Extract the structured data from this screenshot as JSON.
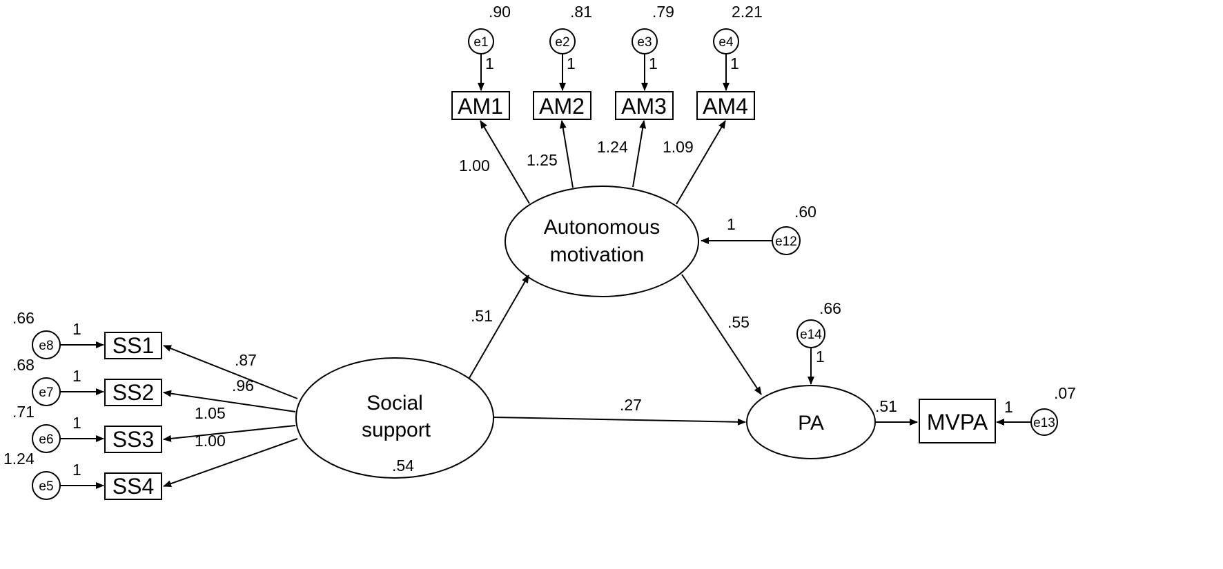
{
  "observed": {
    "AM1": "AM1",
    "AM2": "AM2",
    "AM3": "AM3",
    "AM4": "AM4",
    "SS1": "SS1",
    "SS2": "SS2",
    "SS3": "SS3",
    "SS4": "SS4",
    "MVPA": "MVPA"
  },
  "latent": {
    "am_line1": "Autonomous",
    "am_line2": "motivation",
    "ss_line1": "Social",
    "ss_line2": "support",
    "pa": "PA"
  },
  "errors": {
    "e1": "e1",
    "e2": "e2",
    "e3": "e3",
    "e4": "e4",
    "e5": "e5",
    "e6": "e6",
    "e7": "e7",
    "e8": "e8",
    "e12": "e12",
    "e13": "e13",
    "e14": "e14"
  },
  "error_variances": {
    "e1": ".90",
    "e2": ".81",
    "e3": ".79",
    "e4": "2.21",
    "e8": ".66",
    "e7": ".68",
    "e6": ".71",
    "e5": "1.24",
    "e12": ".60",
    "e14": ".66",
    "e13": ".07",
    "ss_variance": ".54"
  },
  "error_path_weights": {
    "e1": "1",
    "e2": "1",
    "e3": "1",
    "e4": "1",
    "e8": "1",
    "e7": "1",
    "e6": "1",
    "e5": "1",
    "e12": "1",
    "e14": "1",
    "e13": "1"
  },
  "loadings": {
    "am1": "1.00",
    "am2": "1.25",
    "am3": "1.24",
    "am4": "1.09",
    "ss1": ".87",
    "ss2": ".96",
    "ss3": "1.05",
    "ss4": "1.00",
    "mvpa": ".51"
  },
  "structural": {
    "ss_to_am": ".51",
    "am_to_pa": ".55",
    "ss_to_pa": ".27"
  }
}
